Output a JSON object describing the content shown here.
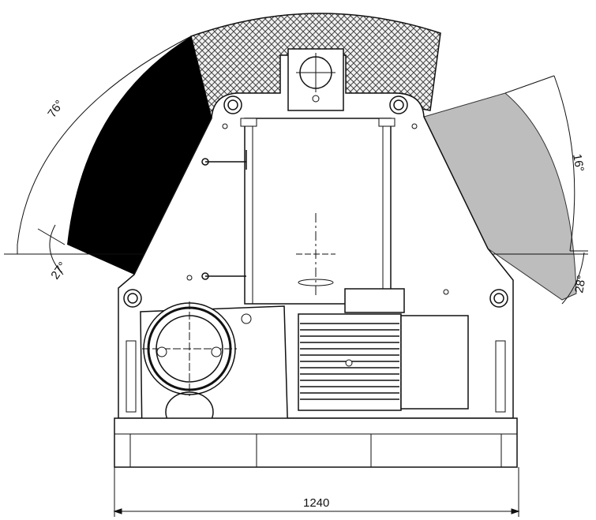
{
  "angles": {
    "left_upper": "76°",
    "left_lower": "27°",
    "right_upper": "16°",
    "right_lower": "28°"
  },
  "width_dimension": "1240",
  "colors": {
    "left_sector": "#000000",
    "right_sector": "#bdbdbd",
    "top_sector_hatch": "#555555",
    "line": "#111111"
  }
}
